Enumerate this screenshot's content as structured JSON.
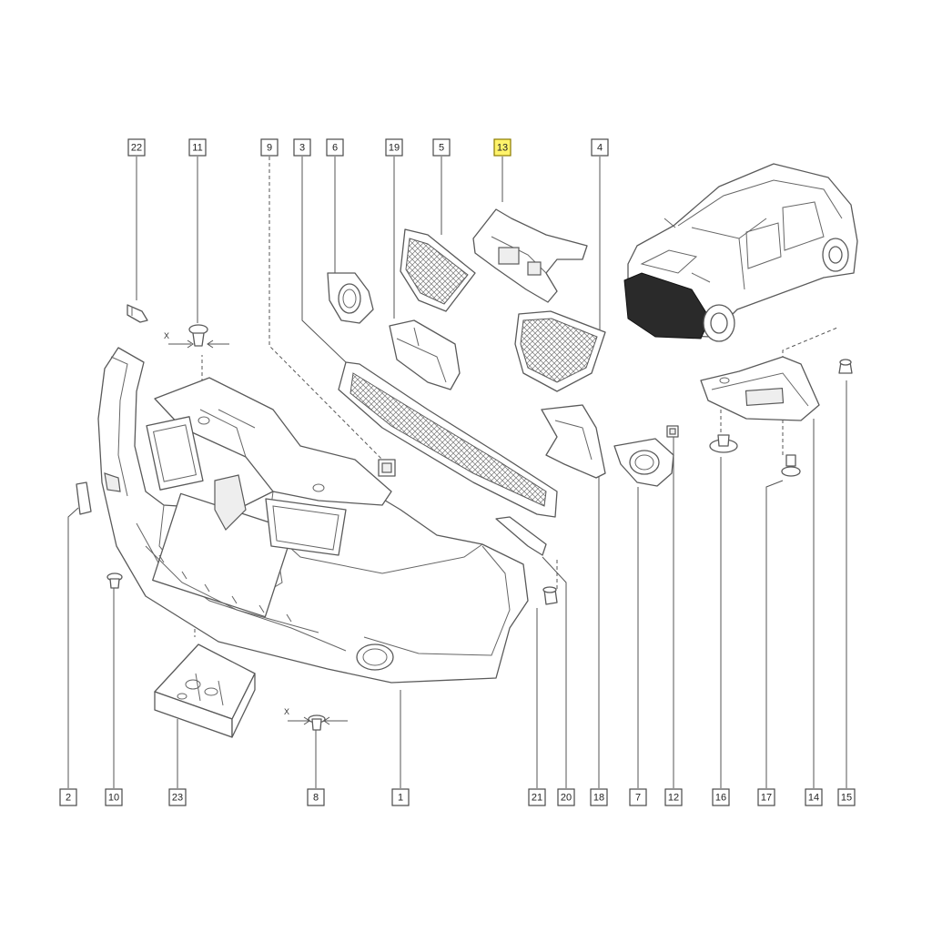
{
  "callouts": {
    "top": [
      "22",
      "11",
      "9",
      "3",
      "6",
      "19",
      "5",
      "13",
      "4"
    ],
    "bottom": [
      "2",
      "10",
      "23",
      "8",
      "1",
      "21",
      "20",
      "18",
      "7",
      "12",
      "16",
      "17",
      "14",
      "15"
    ],
    "highlighted": "13"
  },
  "axis_markers": {
    "upper": "X",
    "lower": "X"
  },
  "colors": {
    "highlight": "#fff36b",
    "line": "#5a5a5a",
    "background": "#ffffff"
  }
}
